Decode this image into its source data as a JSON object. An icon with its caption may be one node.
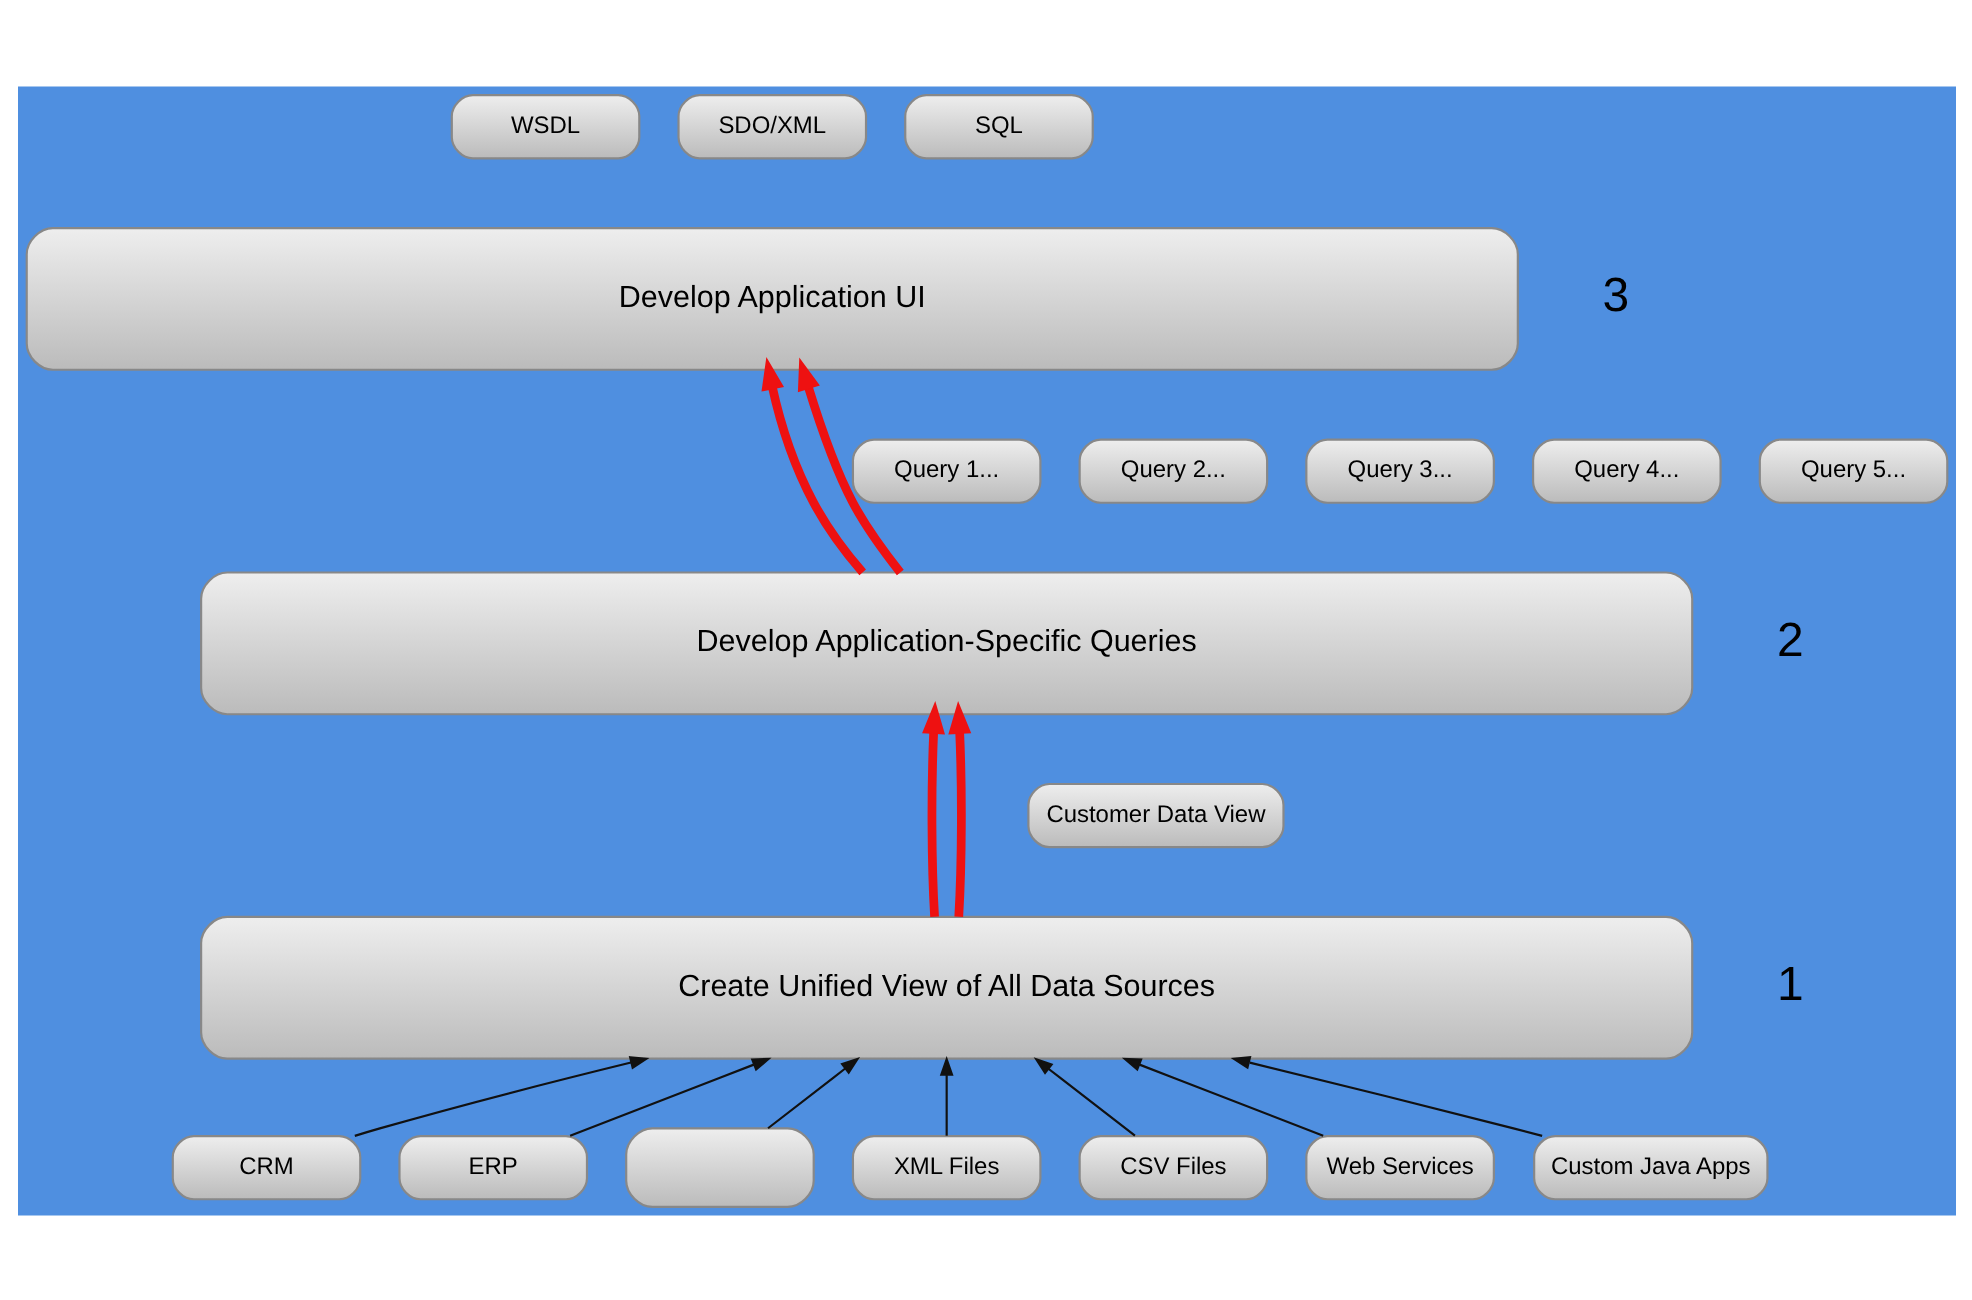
{
  "diagram": {
    "nodes": [
      {
        "text": [
          "WSDL"
        ]
      },
      {
        "text": [
          "SDO/XML"
        ]
      },
      {
        "text": [
          "SQL"
        ]
      },
      {
        "text": [
          "Develop Application UI"
        ]
      },
      {
        "text": [
          "Query 1..."
        ]
      },
      {
        "text": [
          "Query 2..."
        ]
      },
      {
        "text": [
          "Query 3..."
        ]
      },
      {
        "text": [
          "Query 4..."
        ]
      },
      {
        "text": [
          "Query 5..."
        ]
      },
      {
        "text": [
          "Develop Application-Specific Queries"
        ]
      },
      {
        "text": [
          "Customer Data View"
        ]
      },
      {
        "text": [
          "Create Unified View of All Data Sources"
        ]
      },
      {
        "text": [
          "CRM"
        ]
      },
      {
        "text": [
          "ERP"
        ]
      },
      {
        "text": [],
        "shape": "box"
      },
      {
        "text": [
          "XML Files"
        ]
      },
      {
        "text": [
          "CSV Files"
        ]
      },
      {
        "text": [
          "Web Services"
        ]
      },
      {
        "text": [
          "Custom Java Apps"
        ]
      }
    ],
    "edges": [
      {
        "from": 9,
        "to": 3,
        "arrow": "to",
        "style": "thick",
        "color": "#ee1111"
      },
      {
        "from": 9,
        "to": 3,
        "arrow": "to",
        "style": "thick",
        "color": "#ee1111"
      },
      {
        "from": 11,
        "to": 9,
        "arrow": "to",
        "style": "thick",
        "color": "#ee1111"
      },
      {
        "from": 11,
        "to": 9,
        "arrow": "to",
        "style": "thick",
        "color": "#ee1111"
      },
      {
        "from": 12,
        "to": 11,
        "arrow": "to"
      },
      {
        "from": 13,
        "to": 11,
        "arrow": "to"
      },
      {
        "from": 14,
        "to": 11,
        "arrow": "to"
      },
      {
        "from": 15,
        "to": 11,
        "arrow": "to"
      },
      {
        "from": 16,
        "to": 11,
        "arrow": "to"
      },
      {
        "from": 17,
        "to": 11,
        "arrow": "to"
      },
      {
        "from": 18,
        "to": 11,
        "arrow": "to"
      }
    ],
    "labels": [
      "3",
      "2",
      "1"
    ]
  }
}
